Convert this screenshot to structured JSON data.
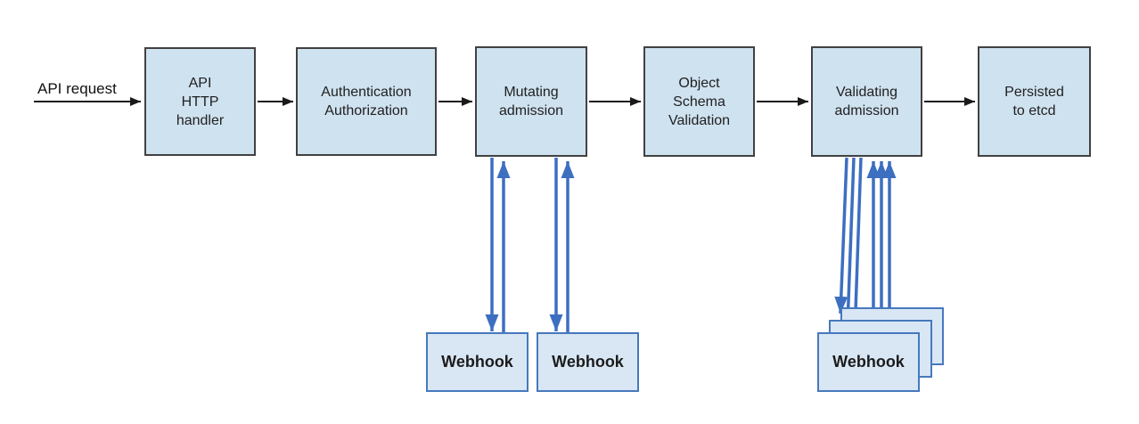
{
  "diagram": {
    "request_label": "API request",
    "flow_nodes": [
      {
        "id": "api-http-handler",
        "label": "API\nHTTP\nhandler"
      },
      {
        "id": "authentication-authorization",
        "label": "Authentication\nAuthorization"
      },
      {
        "id": "mutating-admission",
        "label": "Mutating\nadmission"
      },
      {
        "id": "object-schema-validation",
        "label": "Object\nSchema\nValidation"
      },
      {
        "id": "validating-admission",
        "label": "Validating\nadmission"
      },
      {
        "id": "persisted-to-etcd",
        "label": "Persisted\nto etcd"
      }
    ],
    "webhook_nodes": [
      {
        "id": "mutating-webhook-1",
        "label": "Webhook"
      },
      {
        "id": "mutating-webhook-2",
        "label": "Webhook"
      },
      {
        "id": "validating-webhook",
        "label": "Webhook"
      }
    ],
    "colors": {
      "node_fill": "#cfe2f0",
      "node_border": "#414141",
      "webhook_fill": "#d9e7f5",
      "webhook_border": "#4679bd",
      "arrow_black": "#1a1a1a",
      "arrow_blue": "#3d6fc1"
    }
  }
}
